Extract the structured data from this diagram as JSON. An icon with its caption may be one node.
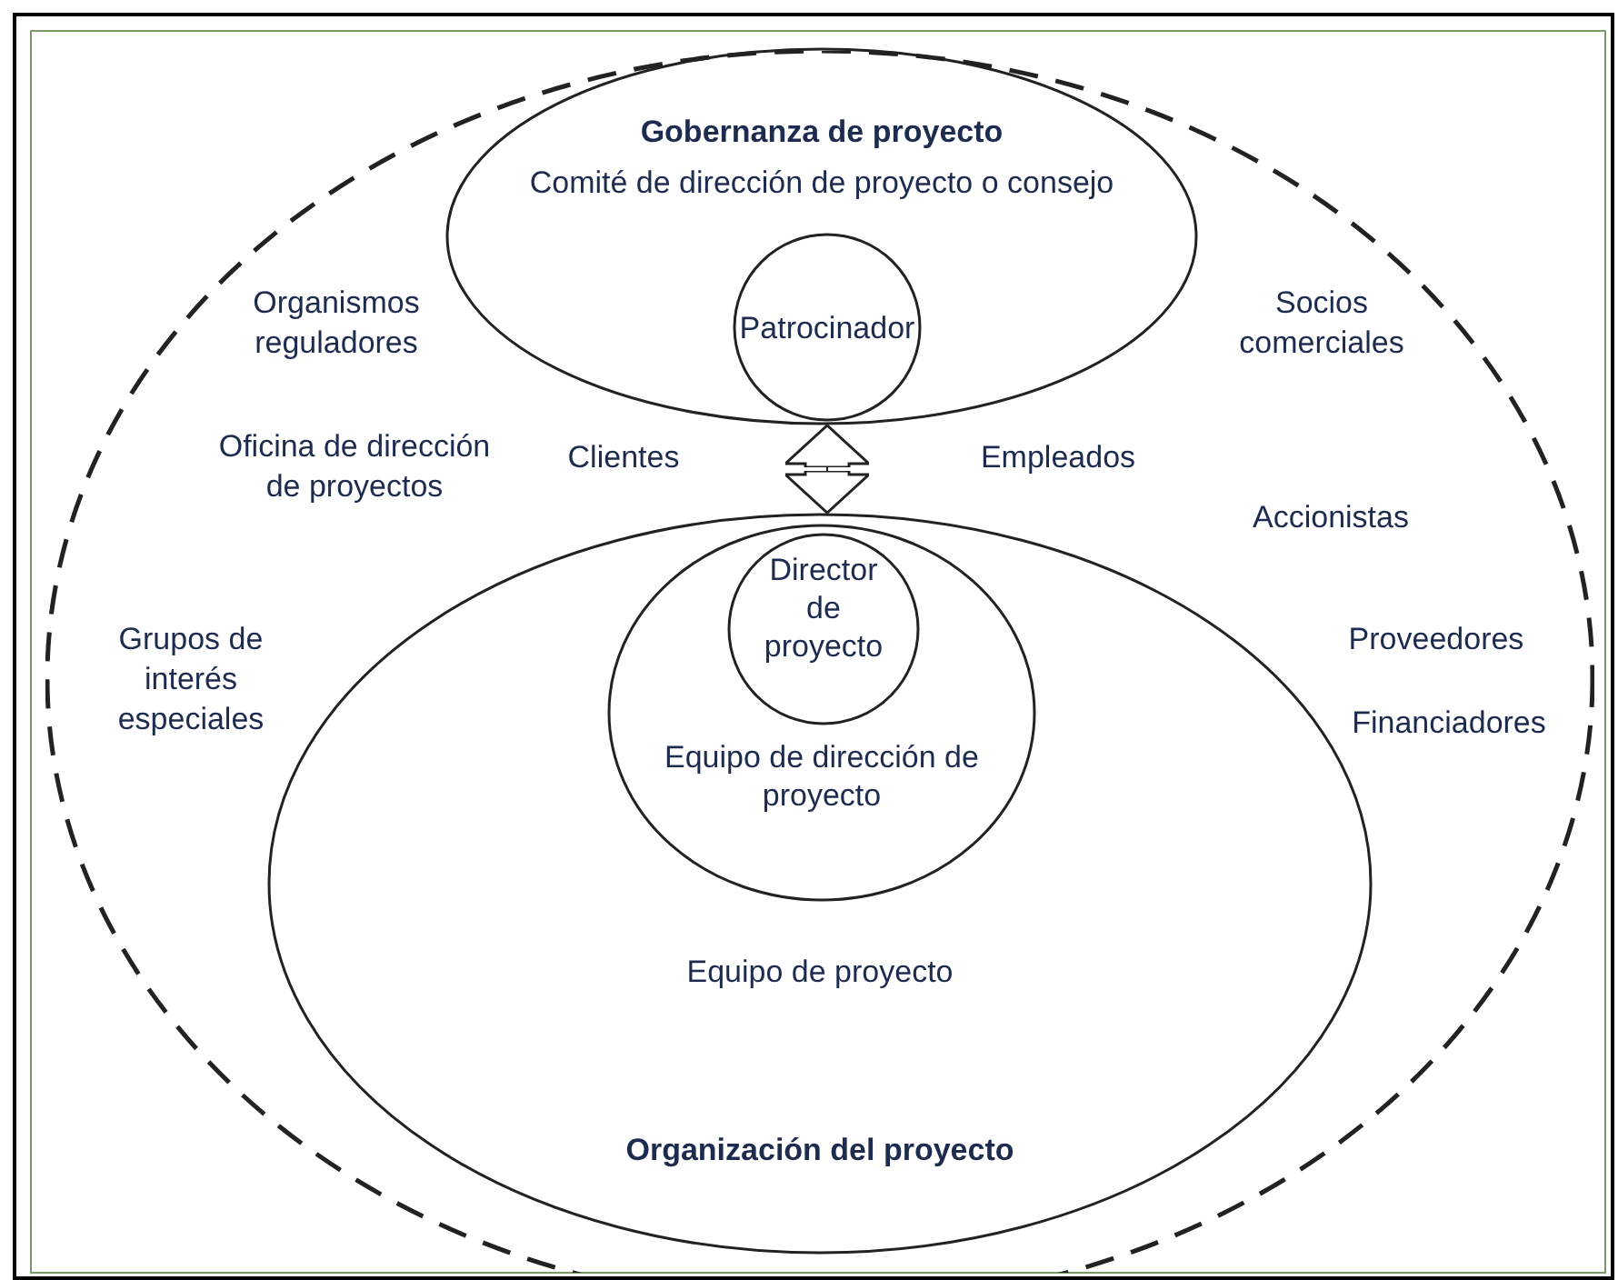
{
  "diagram": {
    "nodes": [
      {
        "text": [],
        "shape": "ellipse"
      },
      {
        "text": [
          "Gobernanza de proyecto",
          "Comité de dirección de proyecto o consejo"
        ],
        "in": 0
      },
      {
        "text": [
          "Patrocinador"
        ],
        "in": 1
      },
      {
        "text": [
          "Equipo de proyecto",
          "Organización del proyecto"
        ],
        "in": 0
      },
      {
        "text": [
          "Equipo de dirección de proyecto"
        ],
        "in": 3
      },
      {
        "text": [
          "Director de proyecto"
        ],
        "in": 4
      }
    ],
    "edges": [
      {
        "from": 1,
        "to": 3,
        "arrow": "both"
      }
    ],
    "labels": [
      "Organismos reguladores",
      "Socios comerciales",
      "Oficina de dirección de proyectos",
      "Clientes",
      "Empleados",
      "Accionistas",
      "Grupos de interés especiales",
      "Proveedores",
      "Financiadores"
    ]
  }
}
